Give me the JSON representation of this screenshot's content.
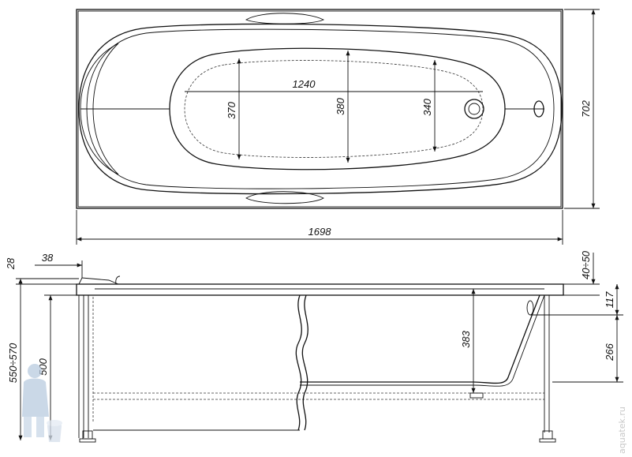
{
  "top_view": {
    "length_label": "1698",
    "width_label": "702",
    "basin_length_label": "1240",
    "basin_width_head_label": "370",
    "basin_width_mid_label": "380",
    "basin_width_foot_label": "340"
  },
  "side_view": {
    "rim_thickness_label": "28",
    "overhang_label": "38",
    "feet_adjust_label": "40÷50",
    "overflow_depth_label": "117",
    "depth_label": "383",
    "overflow_height_label": "266",
    "total_height_label": "550÷570",
    "frame_height_label": "500"
  },
  "watermark": {
    "text": "aquatek.ru"
  },
  "colors": {
    "line": "#111111",
    "watermark": "#c8c8c8",
    "mascot": "#b9cbe0"
  }
}
